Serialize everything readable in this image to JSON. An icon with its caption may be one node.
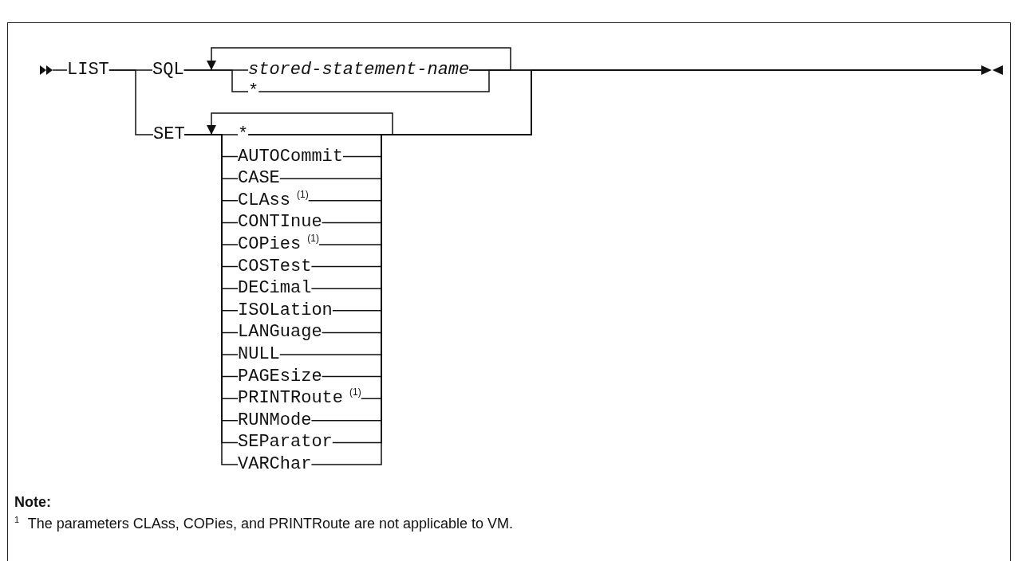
{
  "diagram": {
    "nodes": [
      {
        "text": [
          "LIST"
        ]
      },
      {
        "text": [
          "SQL"
        ]
      },
      {
        "text": [
          "stored-statement-name"
        ]
      },
      {
        "text": [
          "*"
        ]
      },
      {
        "text": [
          "SET"
        ]
      },
      {
        "text": [
          "*"
        ]
      },
      {
        "text": [
          "AUTOCommit"
        ]
      },
      {
        "text": [
          "CASE"
        ]
      },
      {
        "text": [
          "CLAss$^{(1)}$"
        ]
      },
      {
        "text": [
          "CONTInue"
        ]
      },
      {
        "text": [
          "COPies$^{(1)}$"
        ]
      },
      {
        "text": [
          "COSTest"
        ]
      },
      {
        "text": [
          "DECimal"
        ]
      },
      {
        "text": [
          "ISOLation"
        ]
      },
      {
        "text": [
          "LANGuage"
        ]
      },
      {
        "text": [
          "NULL"
        ]
      },
      {
        "text": [
          "PAGEsize"
        ]
      },
      {
        "text": [
          "PRINTRoute$^{(1)}$"
        ]
      },
      {
        "text": [
          "RUNMode"
        ]
      },
      {
        "text": [
          "SEParator"
        ]
      },
      {
        "text": [
          "VARChar"
        ]
      },
      {
        "text": [],
        "shape": "arrowhead"
      },
      {
        "text": [],
        "shape": "bowtie"
      }
    ],
    "edges": [
      {
        "from": 0,
        "to": 1,
        "arrow": "none"
      },
      {
        "from": 0,
        "to": 4,
        "arrow": "none"
      },
      {
        "from": 1,
        "to": 2,
        "arrow": "none"
      },
      {
        "from": 1,
        "to": 3,
        "arrow": "none"
      },
      {
        "from": 4,
        "to": 5,
        "arrow": "none"
      },
      {
        "from": 4,
        "to": 6,
        "arrow": "none"
      },
      {
        "from": 4,
        "to": 7,
        "arrow": "none"
      },
      {
        "from": 4,
        "to": 8,
        "arrow": "none"
      },
      {
        "from": 4,
        "to": 9,
        "arrow": "none"
      },
      {
        "from": 4,
        "to": 10,
        "arrow": "none"
      },
      {
        "from": 4,
        "to": 11,
        "arrow": "none"
      },
      {
        "from": 4,
        "to": 12,
        "arrow": "none"
      },
      {
        "from": 4,
        "to": 13,
        "arrow": "none"
      },
      {
        "from": 4,
        "to": 14,
        "arrow": "none"
      },
      {
        "from": 4,
        "to": 15,
        "arrow": "none"
      },
      {
        "from": 4,
        "to": 16,
        "arrow": "none"
      },
      {
        "from": 4,
        "to": 17,
        "arrow": "none"
      },
      {
        "from": 4,
        "to": 18,
        "arrow": "none"
      },
      {
        "from": 4,
        "to": 19,
        "arrow": "none"
      },
      {
        "from": 4,
        "to": 20,
        "arrow": "none"
      },
      {
        "from": 21,
        "to": 0,
        "arrow": "none"
      },
      {
        "from": 2,
        "to": 22,
        "arrow": "none"
      },
      {
        "from": 3,
        "to": 22,
        "arrow": "none"
      },
      {
        "from": 5,
        "to": 22,
        "arrow": "none"
      },
      {
        "from": 6,
        "to": 22,
        "arrow": "none"
      },
      {
        "from": 7,
        "to": 22,
        "arrow": "none"
      },
      {
        "from": 8,
        "to": 22,
        "arrow": "none"
      },
      {
        "from": 9,
        "to": 22,
        "arrow": "none"
      },
      {
        "from": 10,
        "to": 22,
        "arrow": "none"
      },
      {
        "from": 11,
        "to": 22,
        "arrow": "none"
      },
      {
        "from": 12,
        "to": 22,
        "arrow": "none"
      },
      {
        "from": 13,
        "to": 22,
        "arrow": "none"
      },
      {
        "from": 14,
        "to": 22,
        "arrow": "none"
      },
      {
        "from": 15,
        "to": 22,
        "arrow": "none"
      },
      {
        "from": 16,
        "to": 22,
        "arrow": "none"
      },
      {
        "from": 17,
        "to": 22,
        "arrow": "none"
      },
      {
        "from": 18,
        "to": 22,
        "arrow": "none"
      },
      {
        "from": 19,
        "to": 22,
        "arrow": "none"
      },
      {
        "from": 20,
        "to": 22,
        "arrow": "none"
      },
      {
        "from": 2,
        "to": 1,
        "arrow": "to"
      },
      {
        "from": 5,
        "to": 4,
        "arrow": "to"
      }
    ],
    "labels": [
      "Note:",
      "$^{1}$ The parameters CLAss, COPies, and PRINTRoute are not applicable to VM."
    ]
  }
}
